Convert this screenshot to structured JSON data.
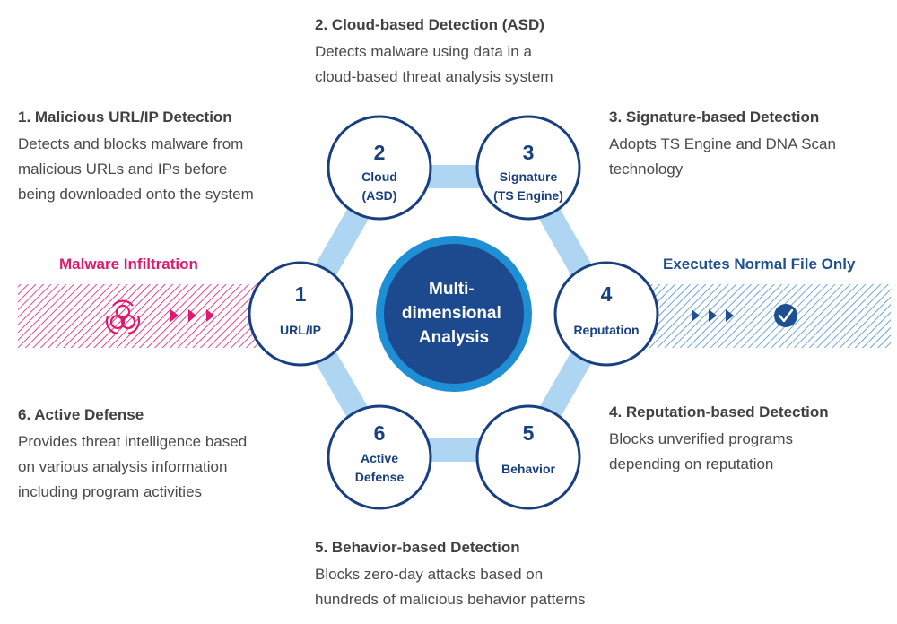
{
  "colors": {
    "malware": "#e0196e",
    "normal": "#1d4f91",
    "ring": "#aed6f2",
    "node_border": "#173f82",
    "node_text": "#173f82",
    "center_outer": "#1e8fd5",
    "center_inner": "#1d4a8e"
  },
  "center": {
    "lines": [
      "Multi-",
      "dimensional",
      "Analysis"
    ]
  },
  "nodes": [
    {
      "number": "1",
      "lines": [
        "URL/IP"
      ]
    },
    {
      "number": "2",
      "lines": [
        "Cloud",
        "(ASD)"
      ]
    },
    {
      "number": "3",
      "lines": [
        "Signature",
        "(TS Engine)"
      ]
    },
    {
      "number": "4",
      "lines": [
        "Reputation"
      ]
    },
    {
      "number": "5",
      "lines": [
        "Behavior"
      ]
    },
    {
      "number": "6",
      "lines": [
        "Active",
        "Defense"
      ]
    }
  ],
  "descriptions": {
    "d1": {
      "title": "1. Malicious URL/IP Detection",
      "lines": [
        "Detects and blocks malware from",
        "malicious URLs and IPs before",
        "being downloaded onto the system"
      ]
    },
    "d2": {
      "title": "2. Cloud-based Detection (ASD)",
      "lines": [
        "Detects malware using data in a",
        "cloud-based threat analysis system"
      ]
    },
    "d3": {
      "title": "3. Signature-based Detection",
      "lines": [
        "Adopts TS Engine and DNA Scan",
        "technology"
      ]
    },
    "d4": {
      "title": "4. Reputation-based Detection",
      "lines": [
        "Blocks unverified programs",
        "depending on reputation"
      ]
    },
    "d5": {
      "title": "5. Behavior-based Detection",
      "lines": [
        "Blocks zero-day attacks based on",
        "hundreds of malicious behavior patterns"
      ]
    },
    "d6": {
      "title": "6. Active Defense",
      "lines": [
        "Provides threat intelligence based",
        "on various analysis information",
        "including program activities"
      ]
    }
  },
  "flows": {
    "left_label": "Malware Infiltration",
    "left_icon": "biohazard-icon",
    "right_label": "Executes Normal File Only",
    "right_icon": "check-circle-icon",
    "arrow_icon": "triangle-arrow-icon"
  }
}
